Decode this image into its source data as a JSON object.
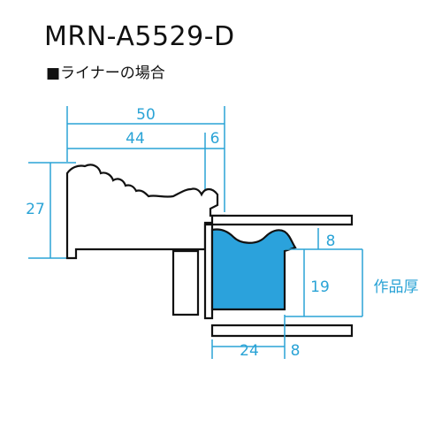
{
  "header": {
    "title": "MRN-A5529-D",
    "subtitle": "■ライナーの場合"
  },
  "dimensions": {
    "overall_width": "50",
    "frame_width": "44",
    "rabbet_width": "6",
    "frame_height": "27",
    "liner_top": "8",
    "artwork_depth": "19",
    "artwork_label": "作品厚",
    "backing_width": "24",
    "backing_offset": "8"
  },
  "colors": {
    "dimension": "#2aa3d6",
    "liner_fill": "#2ba2dc",
    "outline": "#111111"
  }
}
